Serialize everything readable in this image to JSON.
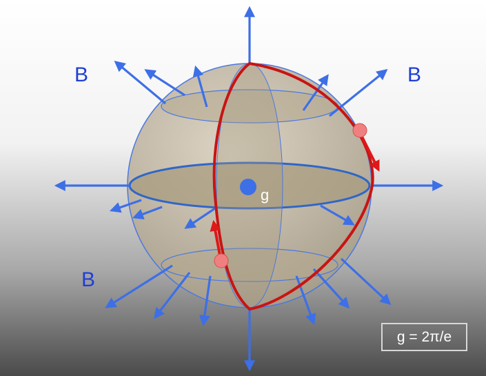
{
  "labels": {
    "b_top_left": "B",
    "b_top_right": "B",
    "b_bottom_left": "B",
    "charge": "g",
    "equation": "g = 2π/e"
  },
  "colors": {
    "field_arrow": "#3d6fe6",
    "label_text": "#1f3fd6",
    "sphere_fill": "#c8bca6",
    "sphere_outline": "#4a78e0",
    "loop": "#c81414",
    "particle": "#f08080",
    "monopole": "#3d6fe6",
    "background_top": "#ffffff",
    "background_bottom": "#4a4a4a"
  }
}
